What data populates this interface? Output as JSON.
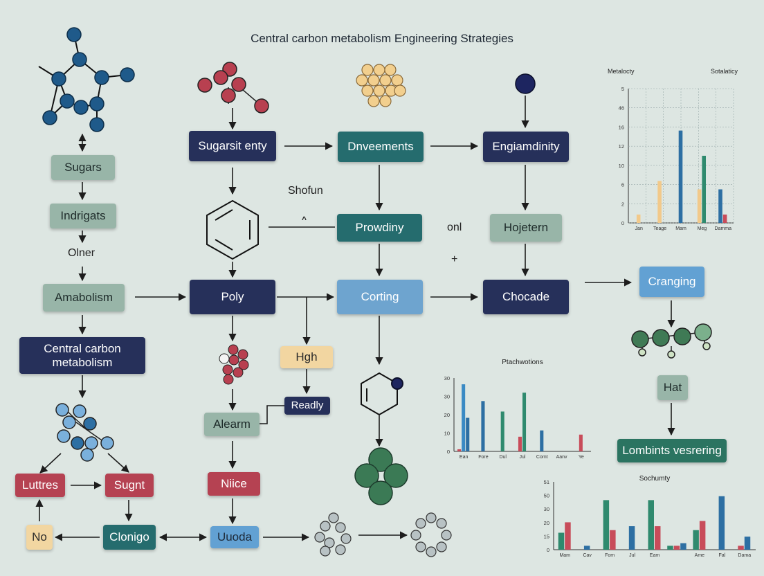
{
  "title": "Central carbon metabolism Engineering Strategies",
  "colors": {
    "background": "#dde6e2",
    "navy": "#26305a",
    "teal": "#256c6e",
    "sage": "#98b5a8",
    "light_blue": "#6ea4cf",
    "red": "#b54252",
    "peach": "#f2d6a1",
    "dark_green": "#2f6f5a"
  },
  "nodes": {
    "sugars": "Sugars",
    "indrigats": "Indrigats",
    "amabolism": "Amabolism",
    "central_carbon": "Central carbon metabolism",
    "luttres": "Luttres",
    "sugnt": "Sugnt",
    "no": "No",
    "clonigo": "Clonigo",
    "sugarsit": "Sugarsit enty",
    "poly": "Poly",
    "hgh": "Hgh",
    "readly": "Readly",
    "alearm": "Alearm",
    "niice": "Niice",
    "uuoda": "Uuoda",
    "dnveements": "Dnveements",
    "prowdiny": "Prowdiny",
    "corting": "Corting",
    "engiamdinity": "Engiamdinity",
    "hojetern": "Hojetern",
    "chocade": "Chocade",
    "cranging": "Cranging",
    "hat": "Hat",
    "lombints": "Lombints vesrering"
  },
  "labels": {
    "olner": "Olner",
    "shofun": "Shofun",
    "onl": "onl",
    "plus": "+",
    "caret": "^"
  },
  "chart_data": [
    {
      "type": "bar",
      "title": "",
      "legend": [
        "Metalocty",
        "Sotalaticy"
      ],
      "categories": [
        "Jan",
        "Teage",
        "Mam",
        "Meg",
        "Damma"
      ],
      "yticks": [
        0,
        2,
        6,
        10,
        12,
        16,
        46,
        5
      ],
      "series": [
        {
          "color": "#f2c98a",
          "values": [
            1,
            5,
            0,
            4,
            0
          ]
        },
        {
          "color": "#2d6fa3",
          "values": [
            0,
            0,
            11,
            0,
            4
          ]
        },
        {
          "color": "#2f8a6e",
          "values": [
            0,
            0,
            0,
            8,
            0
          ]
        },
        {
          "color": "#c84c5a",
          "values": [
            0,
            0,
            0,
            0,
            1
          ]
        }
      ]
    },
    {
      "type": "bar",
      "title": "Ptachwotions",
      "categories": [
        "Ean",
        "Fore",
        "Dul",
        "Jul",
        "Comt",
        "Aany",
        "Ye"
      ],
      "yticks": [
        0,
        10,
        20,
        30,
        30
      ],
      "series": [
        {
          "color": "#c84c5a",
          "values": [
            1,
            0,
            0,
            7,
            0,
            0,
            8
          ]
        },
        {
          "color": "#3a8ac4",
          "values": [
            32,
            0,
            0,
            0,
            0,
            0,
            0
          ]
        },
        {
          "color": "#2d6fa3",
          "values": [
            16,
            24,
            0,
            0,
            10,
            0,
            0
          ]
        },
        {
          "color": "#2f8a6e",
          "values": [
            0,
            0,
            19,
            28,
            0,
            0,
            0
          ]
        }
      ]
    },
    {
      "type": "bar",
      "title": "Sochumty",
      "categories": [
        "Mam",
        "Cav",
        "Fom",
        "Jul",
        "Eam",
        "",
        "Ame",
        "Fal",
        "Dama"
      ],
      "yticks": [
        0,
        15,
        20,
        30,
        50,
        51
      ],
      "series": [
        {
          "color": "#2f8a6e",
          "values": [
            13,
            0,
            38,
            0,
            38,
            3,
            15,
            0,
            0
          ]
        },
        {
          "color": "#c84c5a",
          "values": [
            21,
            0,
            15,
            0,
            18,
            3,
            22,
            0,
            3
          ]
        },
        {
          "color": "#2d6fa3",
          "values": [
            0,
            3,
            0,
            18,
            0,
            5,
            0,
            41,
            10
          ]
        }
      ]
    }
  ]
}
